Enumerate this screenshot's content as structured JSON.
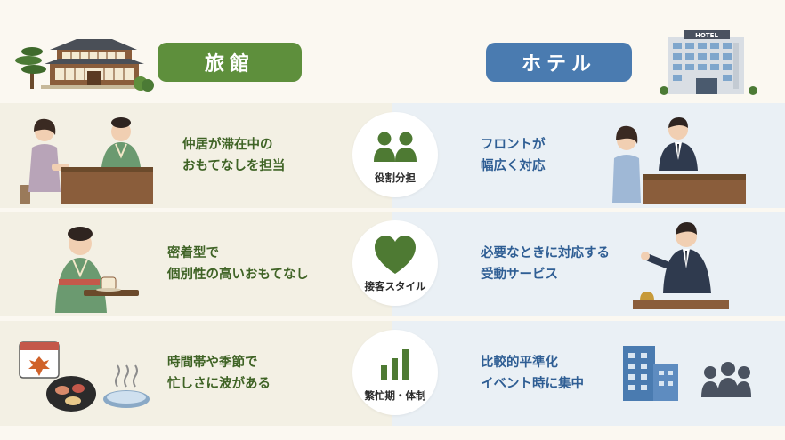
{
  "header": {
    "ryokan_label": "旅館",
    "hotel_label": "ホテル",
    "hotel_sign": "HOTEL"
  },
  "rows": [
    {
      "category": "役割分担",
      "ryokan": "仲居が滞在中の\nおもてなしを担当",
      "hotel": "フロントが\n幅広く対応"
    },
    {
      "category": "接客スタイル",
      "ryokan": "密着型で\n個別性の高いおもてなし",
      "hotel": "必要なときに対応する\n受動サービス"
    },
    {
      "category": "繁忙期・体制",
      "ryokan": "時間帯や季節で\n忙しさに波がある",
      "hotel": "比較的平準化\nイベント時に集中"
    }
  ],
  "colors": {
    "ryokan_green": "#5e8f3c",
    "hotel_blue": "#4a7bb0",
    "icon_green": "#4e7a33"
  },
  "icons": {
    "ryokan_building": "ryokan-building-icon",
    "hotel_building": "hotel-building-icon",
    "role": "people-pair-icon",
    "style": "heart-icon",
    "busy": "bar-chart-icon"
  }
}
